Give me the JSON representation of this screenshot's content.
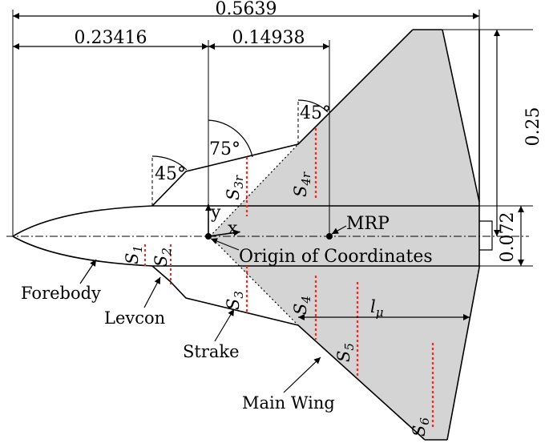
{
  "dimensions": {
    "total_length": "0.5639",
    "forebody_length": "0.23416",
    "mrp_offset": "0.14938",
    "span_half": "0.25",
    "body_width": "0.072"
  },
  "angles": {
    "levcon": "45°",
    "strake": "75°",
    "wing": "45°"
  },
  "labels": {
    "forebody": "Forebody",
    "levcon": "Levcon",
    "strake": "Strake",
    "main_wing": "Main Wing",
    "mrp": "MRP",
    "origin": "Origin of Coordinates",
    "x_axis": "x",
    "y_axis": "y"
  },
  "stations": {
    "s1": {
      "main": "S",
      "sub": "1"
    },
    "s2": {
      "main": "S",
      "sub": "2"
    },
    "s3": {
      "main": "S",
      "sub": "3"
    },
    "s3r": {
      "main": "S",
      "sub": "3r"
    },
    "s4": {
      "main": "S",
      "sub": "4"
    },
    "s4r": {
      "main": "S",
      "sub": "4r"
    },
    "s5": {
      "main": "S",
      "sub": "5"
    },
    "s6": {
      "main": "S",
      "sub": "6"
    },
    "lmu": {
      "main": "l",
      "sub": "μ"
    }
  },
  "colors": {
    "wing_fill": "#d4d4d4",
    "station_line": "#e0302a",
    "line": "#000000"
  }
}
